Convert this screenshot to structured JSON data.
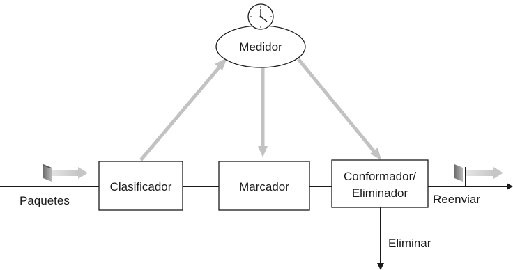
{
  "diagram": {
    "nodes": {
      "clasificador": {
        "label": "Clasificador"
      },
      "marcador": {
        "label": "Marcador"
      },
      "conformador": {
        "label_line1": "Conformador/",
        "label_line2": "Eliminador"
      },
      "medidor": {
        "label": "Medidor"
      }
    },
    "labels": {
      "input": "Paquetes",
      "output": "Reenviar",
      "drop": "Eliminar"
    },
    "icons": {
      "clock": "clock-icon",
      "packet": "packet-icon"
    },
    "colors": {
      "line": "#1a1a1a",
      "control_arrow": "#c2c2c2",
      "packet_face": "#8c8c8c"
    }
  }
}
